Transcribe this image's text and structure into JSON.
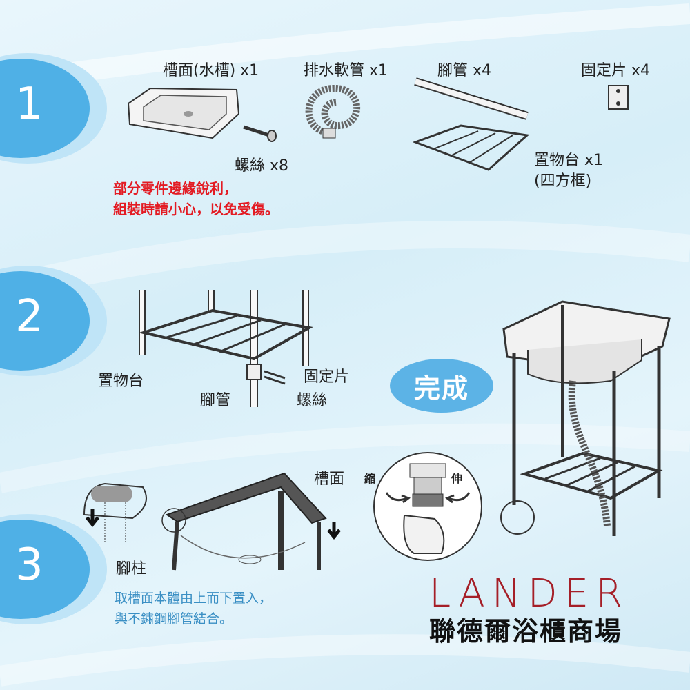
{
  "steps": [
    "1",
    "2",
    "3"
  ],
  "parts": {
    "sink": "槽面(水槽) x1",
    "hose": "排水軟管 x1",
    "leg": "腳管 x4",
    "clip": "固定片 x4",
    "screw": "螺絲 x8",
    "shelf": "置物台 x1",
    "shelf_sub": "(四方框)"
  },
  "warning": [
    "部分零件邊緣銳利，",
    "組裝時請小心，以免受傷。"
  ],
  "step2": {
    "shelf": "置物台",
    "leg": "腳管",
    "clip": "固定片",
    "screw": "螺絲"
  },
  "done": "完成",
  "step3": {
    "sink_top": "槽面",
    "post": "腳柱",
    "shrink": "縮",
    "extend": "伸",
    "note": [
      "取槽面本體由上而下置入，",
      "與不鏽鋼腳管結合。"
    ]
  },
  "brand": {
    "name": "LANDER",
    "sub": "聯德爾浴櫃商場",
    "color": "#a51f28"
  },
  "colors": {
    "warning": "#e31b23",
    "note": "#3a8fc4",
    "bubble": "#5cb3e6"
  }
}
